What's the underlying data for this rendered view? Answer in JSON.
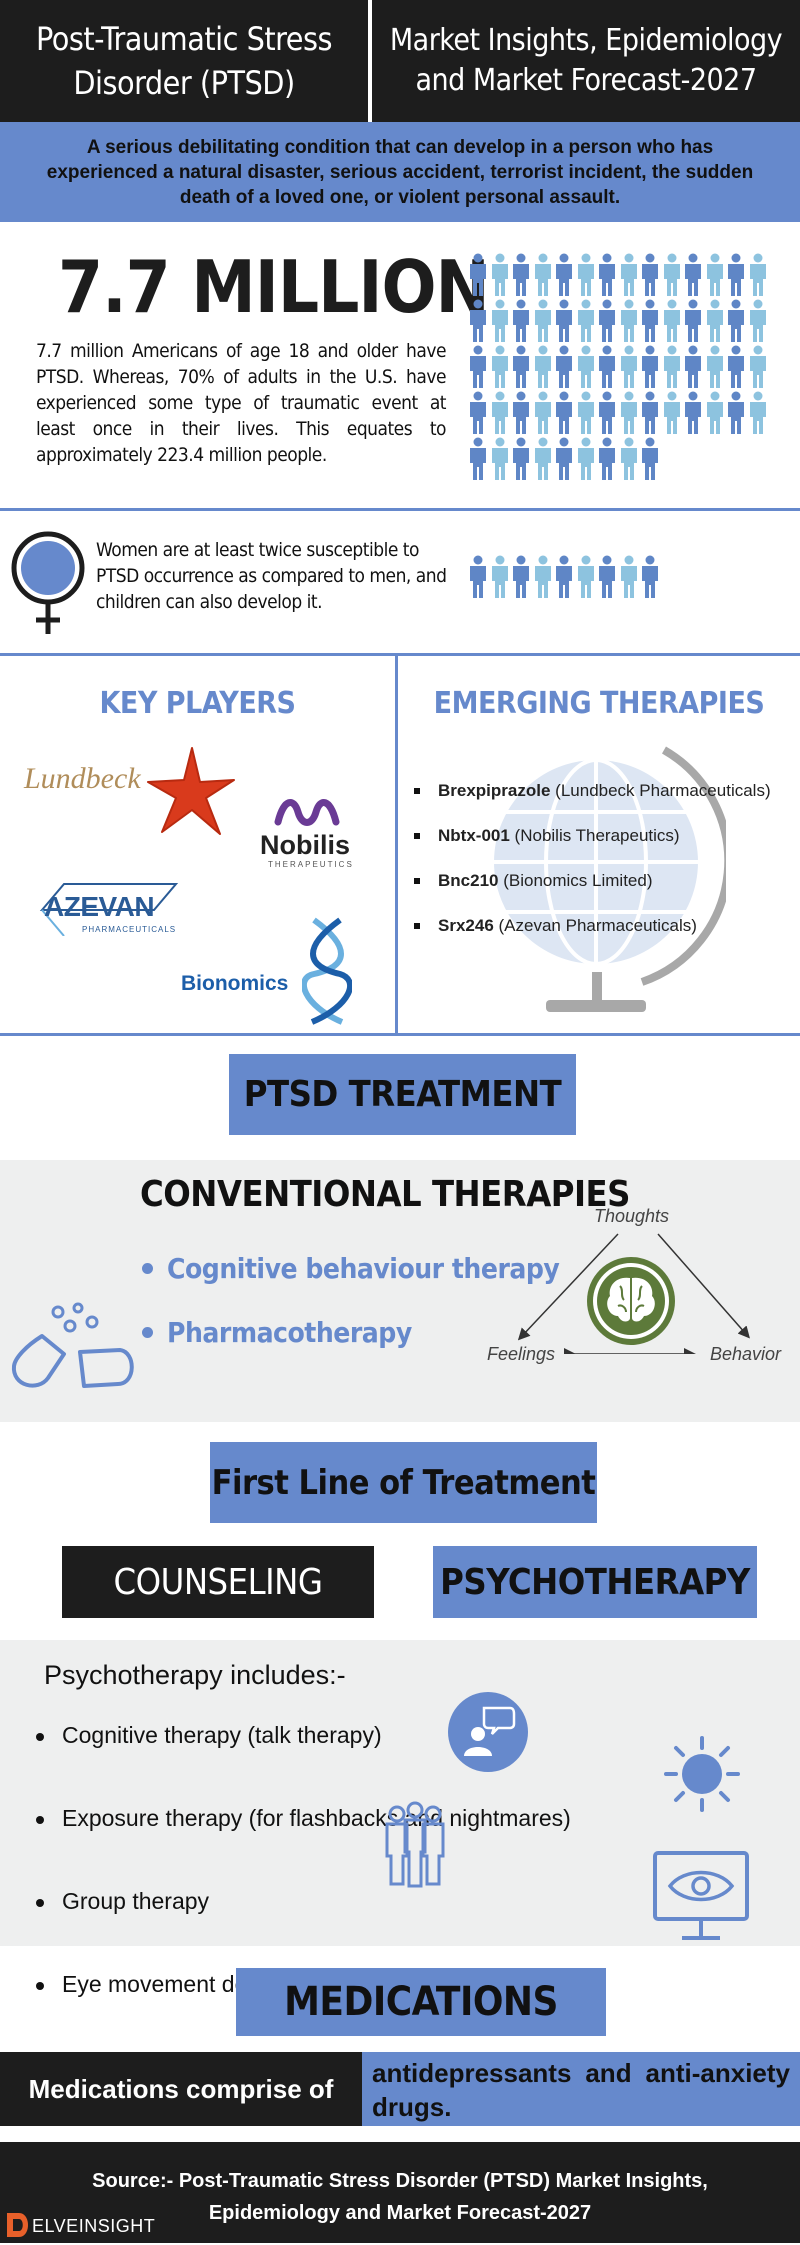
{
  "header": {
    "left_line1": "Post-Traumatic Stress",
    "left_line2": "Disorder (PTSD)",
    "right_line1": "Market Insights, Epidemiology",
    "right_line2": "and Market Forecast-2027"
  },
  "intro": "A serious debilitating condition that can develop in a person who has experienced a natural disaster, serious accident, terrorist incident, the sudden death of a loved one, or violent personal assault.",
  "stats": {
    "headline": "7.7 MILLION",
    "description": "7.7 million Americans of age 18 and older have PTSD. Whereas, 70% of adults in the U.S. have experienced some type of traumatic event at least once in their lives. This equates to approximately 223.4 million people."
  },
  "women": {
    "text": "Women are at least twice susceptible to PTSD occurrence as compared to men, and children can also develop it."
  },
  "key_players": {
    "title": "KEY PLAYERS",
    "logos": {
      "lundbeck": "Lundbeck",
      "nobilis": "Nobilis",
      "nobilis_sub": "THERAPEUTICS",
      "azevan": "AZEVAN",
      "azevan_sub": "PHARMACEUTICALS",
      "bionomics": "Bionomics"
    }
  },
  "emerging": {
    "title": "EMERGING THERAPIES",
    "items": [
      {
        "name": "Brexpiprazole",
        "company": "(Lundbeck Pharmaceuticals)"
      },
      {
        "name": "Nbtx-001",
        "company": "(Nobilis Therapeutics)"
      },
      {
        "name": "Bnc210",
        "company": "(Bionomics Limited)"
      },
      {
        "name": "Srx246",
        "company": "(Azevan Pharmaceuticals)"
      }
    ]
  },
  "treatment": {
    "title": "PTSD TREATMENT"
  },
  "conventional": {
    "title": "CONVENTIONAL THERAPIES",
    "items": [
      "Cognitive behaviour therapy",
      "Pharmacotherapy"
    ],
    "cycle": {
      "top": "Thoughts",
      "left": "Feelings",
      "right": "Behavior"
    }
  },
  "first_line": {
    "title": "First Line of Treatment",
    "counseling": "COUNSELING",
    "psychotherapy": "PSYCHOTHERAPY"
  },
  "psychotherapy": {
    "heading": "Psychotherapy includes:-",
    "items": [
      "Cognitive therapy (talk therapy)",
      "Exposure therapy (for flashbacks and nightmares)",
      "Group therapy",
      "Eye movement desensitization and reprocessing"
    ]
  },
  "medications": {
    "title": "MEDICATIONS",
    "label": "Medications comprise of",
    "value": "antidepressants and anti-anxiety drugs."
  },
  "footer": {
    "source_line1": "Source:-  Post-Traumatic Stress Disorder (PTSD) Market Insights,",
    "source_line2": "Epidemiology and Market Forecast-2027",
    "brand": "ELVEINSIGHT"
  },
  "colors": {
    "accent_blue": "#6689cc",
    "dark": "#1d1d1d",
    "person_dark": "#5f86c6",
    "person_light": "#8dc3df"
  }
}
